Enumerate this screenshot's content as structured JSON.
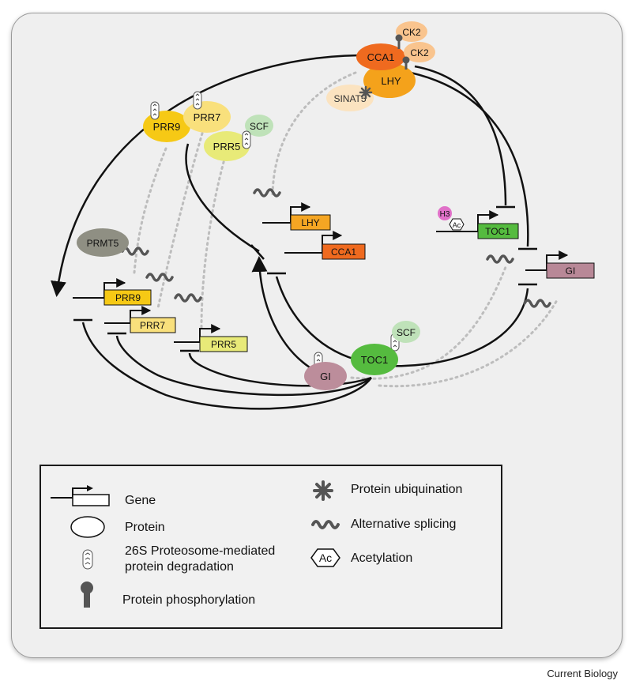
{
  "proteins": {
    "cca1": "CCA1",
    "lhy": "LHY",
    "ck2_a": "CK2",
    "ck2_b": "CK2",
    "sinat5": "SINAT5",
    "prr9": "PRR9",
    "prr7": "PRR7",
    "prr5": "PRR5",
    "scf_a": "SCF",
    "prmt5": "PRMT5",
    "toc1": "TOC1",
    "scf_b": "SCF",
    "gi": "GI"
  },
  "genes": {
    "lhy": "LHY",
    "cca1": "CCA1",
    "toc1": "TOC1",
    "gi": "GI",
    "prr9": "PRR9",
    "prr7": "PRR7",
    "prr5": "PRR5"
  },
  "marks": {
    "h3": "H3",
    "ac": "Ac"
  },
  "legend": {
    "gene": "Gene",
    "protein": "Protein",
    "degradation_line1": "26S Proteosome-mediated",
    "degradation_line2": "protein degradation",
    "phosphorylation": "Protein phosphorylation",
    "ubiquination": "Protein ubiquination",
    "splicing": "Alternative splicing",
    "acetylation": "Acetylation",
    "acetylation_icon_label": "Ac"
  },
  "credit": "Current Biology",
  "colors": {
    "cca1": "#ef6a1f",
    "lhy": "#f4a21b",
    "ck2": "#f9c48e",
    "sinat5": "#fbe3c0",
    "prr9": "#f6c915",
    "prr7": "#f9e07c",
    "prr5": "#e8ea78",
    "scf": "#bfe2b9",
    "prmt5": "#8f8f83",
    "toc1": "#55bb3f",
    "gi": "#bc8d9b",
    "gene_lhy": "#f5a623",
    "gene_cca1": "#ef6a1f",
    "gene_toc1": "#55bb3f",
    "gene_gi": "#b88897",
    "gene_prr9": "#f6c915",
    "gene_prr7": "#f9e07c",
    "gene_prr5": "#e8ea78",
    "h3": "#e070c8"
  }
}
